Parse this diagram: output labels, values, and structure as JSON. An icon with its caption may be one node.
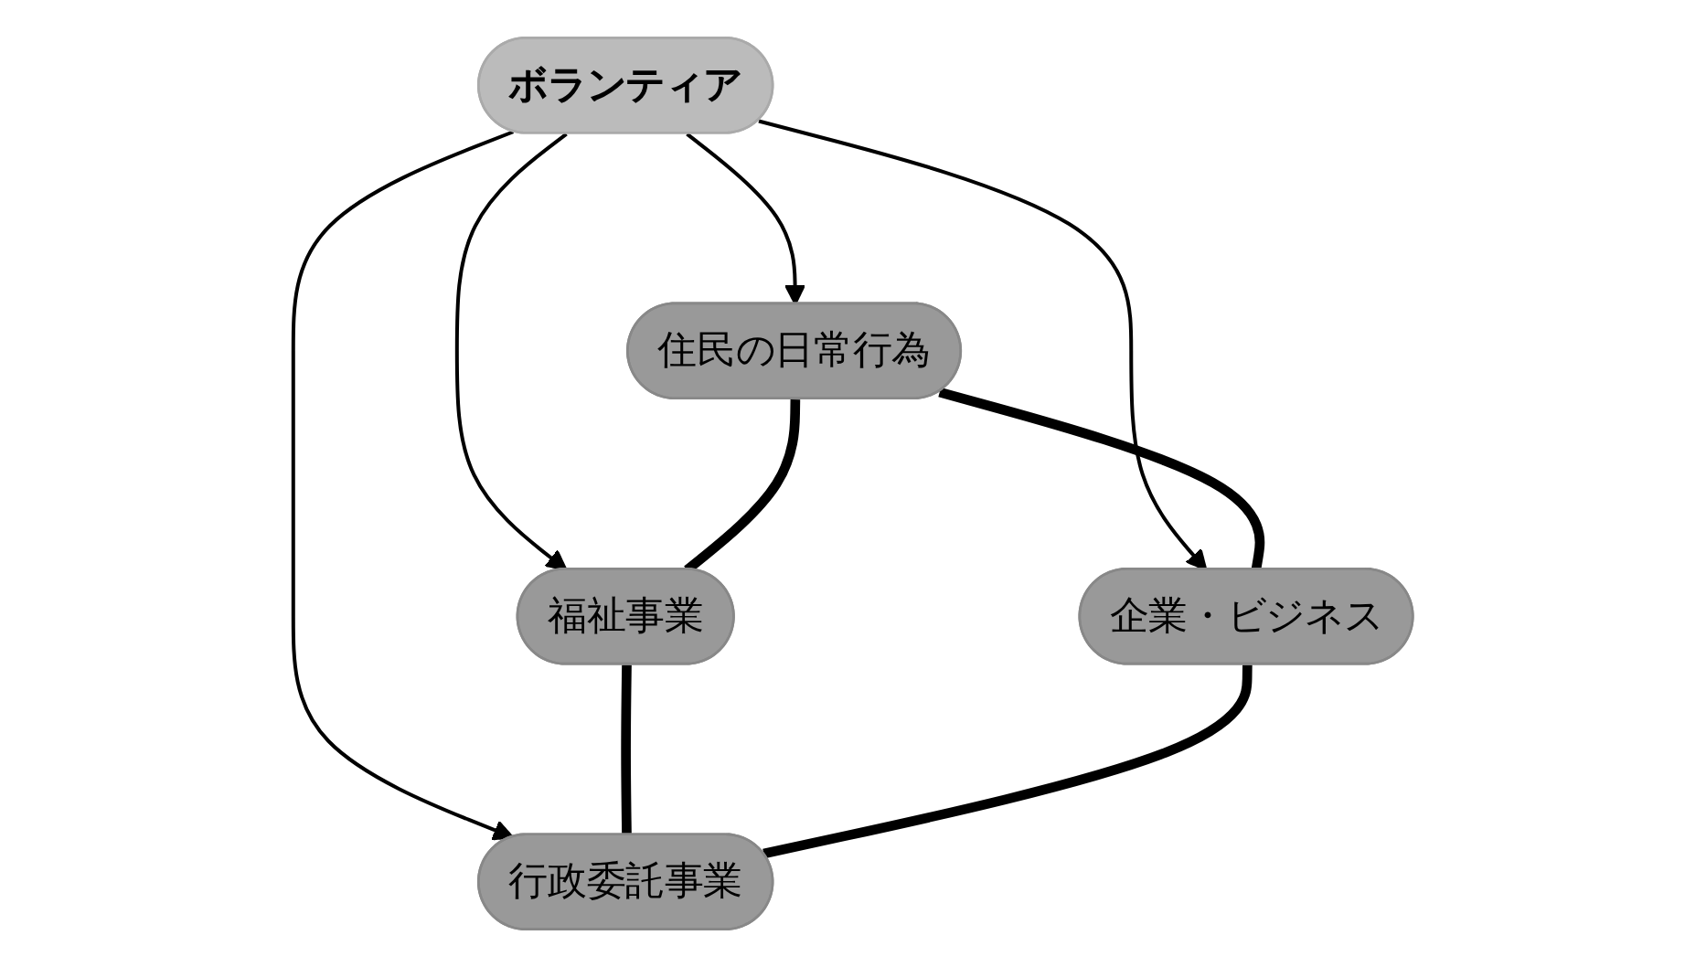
{
  "diagram": {
    "nodes": [
      {
        "text": [
          "住民の日常行為"
        ]
      },
      {
        "text": [
          "福祉事業"
        ]
      },
      {
        "text": [
          "ボランティア"
        ]
      },
      {
        "text": [
          "企業・ビジネス"
        ]
      },
      {
        "text": [
          "行政委託事業"
        ]
      }
    ],
    "edges": [
      {
        "from": 2,
        "to": 0,
        "arrow": "to"
      },
      {
        "from": 2,
        "to": 1,
        "arrow": "to"
      },
      {
        "from": 2,
        "to": 3,
        "arrow": "to"
      },
      {
        "from": 2,
        "to": 4,
        "arrow": "to"
      },
      {
        "from": 0,
        "to": 1,
        "arrow": "none",
        "style": "thick"
      },
      {
        "from": 1,
        "to": 4,
        "arrow": "none",
        "style": "thick"
      },
      {
        "from": 3,
        "to": 4,
        "arrow": "none",
        "style": "thick"
      },
      {
        "from": 0,
        "to": 3,
        "arrow": "none",
        "style": "thick"
      }
    ]
  }
}
